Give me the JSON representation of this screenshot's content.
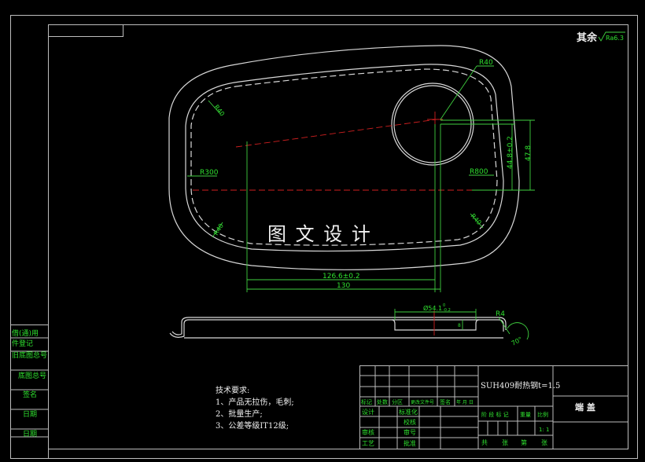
{
  "surface_finish": {
    "label": "其余",
    "roughness": "Ra6.3"
  },
  "watermark": "图 文 设 计",
  "dimensions": {
    "r40_top_right": "R40",
    "r40_top_left": "R40",
    "r40_bottom_left": "R40",
    "r40_bottom_right": "R40",
    "r300": "R300",
    "r800": "R800",
    "d_44_8": "44.8±0.2",
    "d_47_8": "47.8",
    "d_126_6": "126.6±0.2",
    "d_130": "130",
    "d_phi54": "Ø54.1",
    "d_phi54_upper": "0",
    "d_phi54_lower": "-0.2",
    "d_depth": "8",
    "r4": "R4",
    "angle": "70°"
  },
  "tech_requirements": {
    "title": "技术要求:",
    "items": [
      "1、产品无拉伤，毛刺;",
      "2、批量生产;",
      "3、公差等级IT12级;"
    ]
  },
  "left_strip": {
    "rows": [
      "借(通)用",
      "件登记",
      "旧底图总号",
      "底图总号",
      "签名",
      "日期",
      "日期"
    ]
  },
  "title_block": {
    "material": "SUH409耐热钢t=1.5",
    "part_name": "端 盖",
    "revision_headers": [
      "标记",
      "处数",
      "分区",
      "更改文件号",
      "签名",
      "年 月 日"
    ],
    "roles": {
      "design": "设计",
      "review": "审核",
      "process": "工艺"
    },
    "roles_right": {
      "standard": "标准化",
      "check": "校核",
      "reviewer": "审号",
      "approve": "批准"
    },
    "stage_header": "阶 段 标 记",
    "weight_header": "重量",
    "scale_header": "比例",
    "scale_value": "1: 1",
    "sheets": {
      "total": "共",
      "sheet_word": "张",
      "page": "第",
      "page_word": "张"
    }
  },
  "colors": {
    "background": "#000000",
    "line": "#d8d8d8",
    "dimension": "#3fcf3f",
    "center": "#d02020"
  }
}
